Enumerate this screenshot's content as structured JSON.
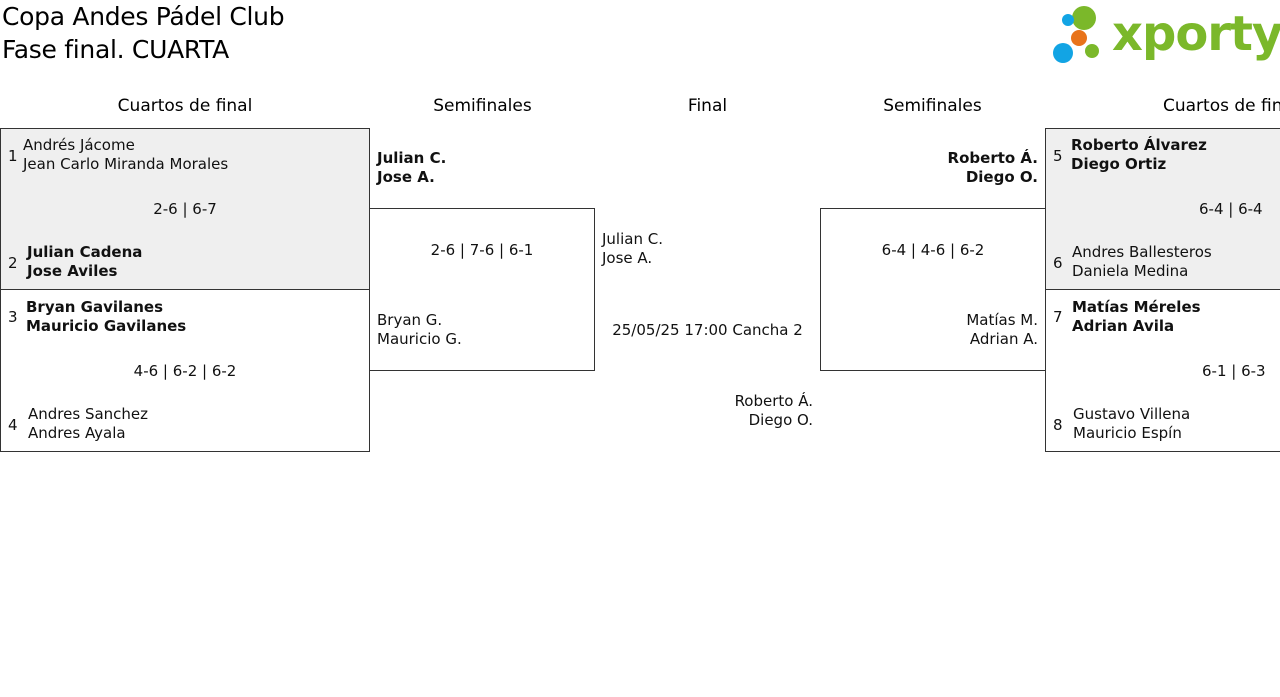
{
  "header": {
    "title_line1": "Copa Andes Pádel Club",
    "title_line2": "Fase final. CUARTA",
    "logo_text": "xporty"
  },
  "columns": {
    "qf_left": "Cuartos de final",
    "sf_left": "Semifinales",
    "final": "Final",
    "sf_right": "Semifinales",
    "qf_right": "Cuartos de fin"
  },
  "colors": {
    "logo_green": "#7bb82a",
    "logo_blue": "#12a4e4",
    "logo_orange": "#e8731a",
    "box_gray": "#efefef",
    "border": "#333333"
  },
  "bracket": {
    "qf1": {
      "seed_a": "1",
      "a1": "Andrés Jácome",
      "a2": "Jean Carlo Miranda Morales",
      "score": "2-6 | 6-7",
      "seed_b": "2",
      "b1": "Julian Cadena",
      "b2": "Jose Aviles"
    },
    "qf2": {
      "seed_a": "3",
      "a1": "Bryan Gavilanes",
      "a2": "Mauricio Gavilanes",
      "score": "4-6 | 6-2 | 6-2",
      "seed_b": "4",
      "b1": "Andres Sanchez",
      "b2": "Andres Ayala"
    },
    "qf3": {
      "seed_a": "5",
      "a1": "Roberto Álvarez",
      "a2": "Diego Ortiz",
      "score": "6-4 | 6-4",
      "seed_b": "6",
      "b1": "Andres Ballesteros",
      "b2": "Daniela Medina"
    },
    "qf4": {
      "seed_a": "7",
      "a1": "Matías Méreles",
      "a2": "Adrian Avila",
      "score": "6-1 | 6-3",
      "seed_b": "8",
      "b1": "Gustavo Villena",
      "b2": "Mauricio Espín"
    },
    "sf_left": {
      "a1": "Julian C.",
      "a2": "Jose A.",
      "score": "2-6 | 7-6 | 6-1",
      "b1": "Bryan G.",
      "b2": "Mauricio G."
    },
    "sf_right": {
      "a1": "Roberto Á.",
      "a2": "Diego O.",
      "score": "6-4 | 4-6 | 6-2",
      "b1": "Matías M.",
      "b2": "Adrian A."
    },
    "final": {
      "a1": "Julian C.",
      "a2": "Jose A.",
      "schedule": "25/05/25 17:00 Cancha 2",
      "b1": "Roberto Á.",
      "b2": "Diego O."
    }
  }
}
